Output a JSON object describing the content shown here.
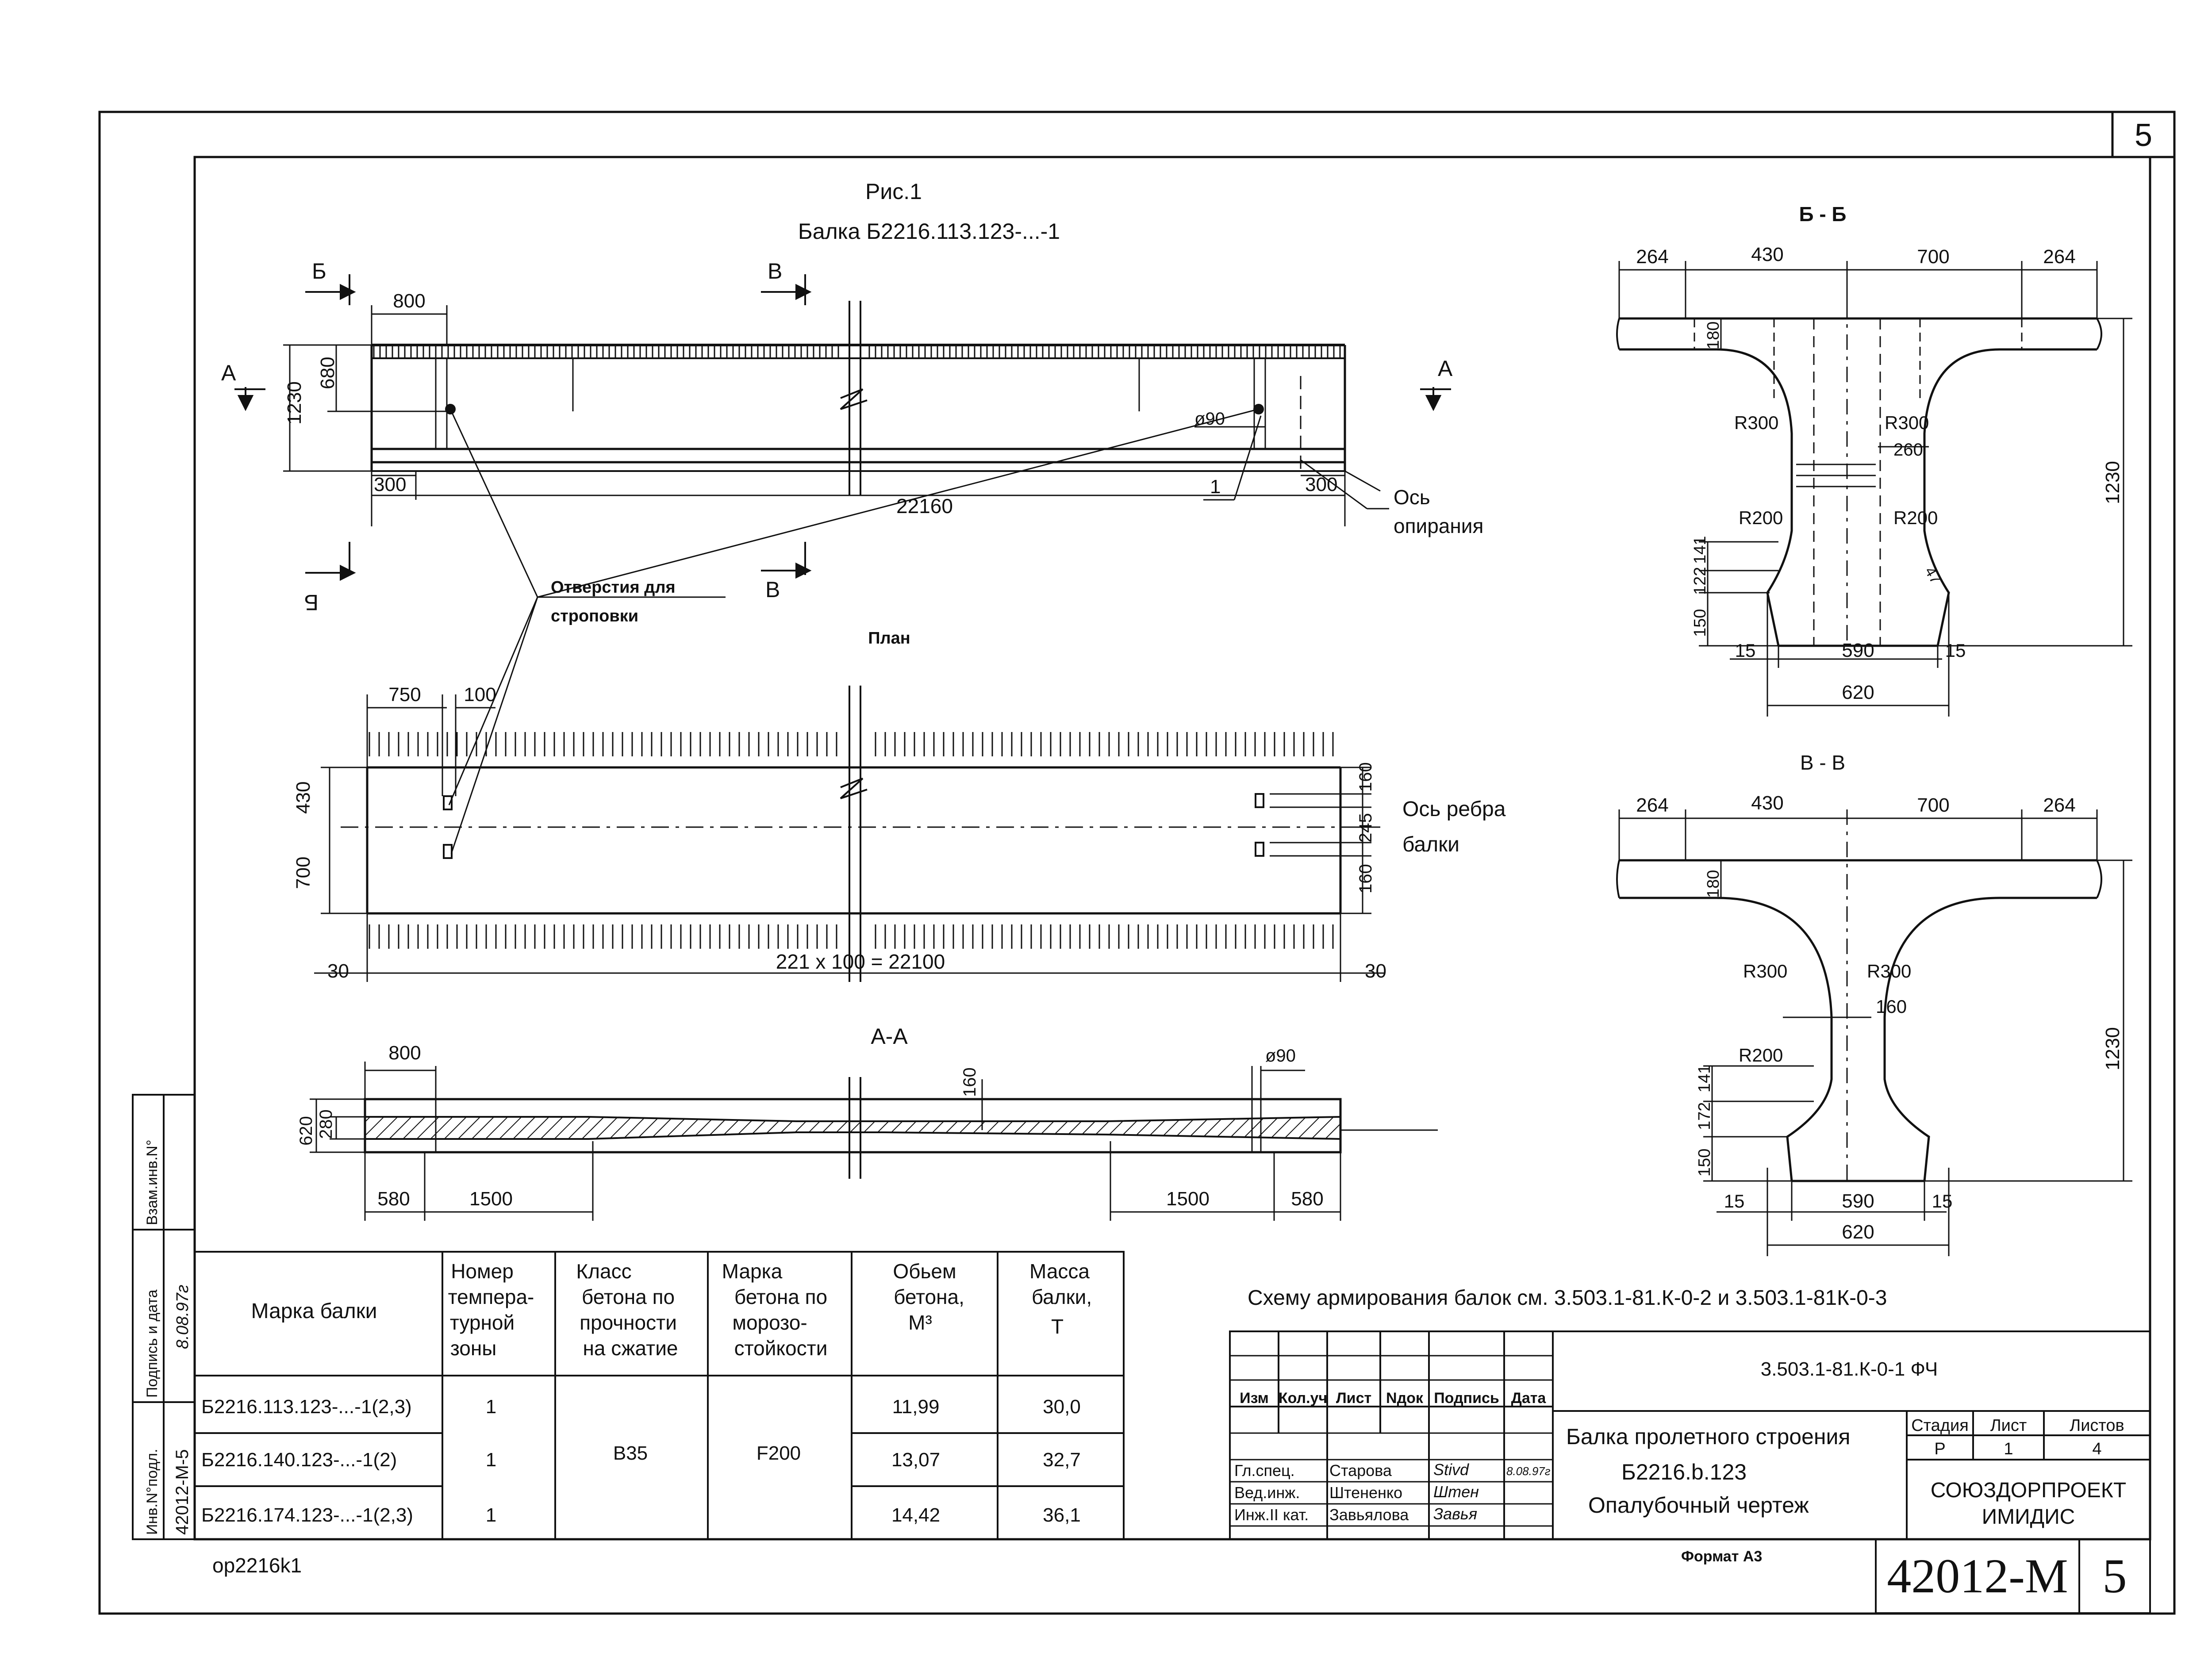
{
  "sheet": {
    "corner_page": "5",
    "bottom_code": "42012-M",
    "bottom_page": "5",
    "file": "op2216k1",
    "format": "Формат А3"
  },
  "fig1": {
    "title": "Рис.1",
    "subtitle": "Балка Б2216.113.123-...-1",
    "markers": {
      "b": "Б",
      "v": "В",
      "a": "А"
    },
    "dims": {
      "d800": "800",
      "d1230": "1230",
      "d680": "680",
      "d300a": "300",
      "d300b": "300",
      "d22160": "22160",
      "phi90": "ø90",
      "one": "1"
    },
    "axis": [
      "Ось",
      "опирания"
    ],
    "holes": [
      "Отверстия для",
      "строповки"
    ]
  },
  "plan": {
    "title": "План",
    "d750": "750",
    "d100": "100",
    "d430": "430",
    "d700": "700",
    "d160a": "160",
    "d245": "245",
    "d160b": "160",
    "d30a": "30",
    "d30b": "30",
    "total": "221 x 100 = 22100",
    "axis": [
      "Ось ребра",
      "балки"
    ]
  },
  "aa": {
    "title": "А-А",
    "d800": "800",
    "d160": "160",
    "phi90": "ø90",
    "d620": "620",
    "d280": "280",
    "d580a": "580",
    "d1500a": "1500",
    "d1500b": "1500",
    "d580b": "580"
  },
  "bb": {
    "title": "Б - Б",
    "d264a": "264",
    "d430": "430",
    "d700": "700",
    "d264b": "264",
    "d180": "180",
    "d1230": "1230",
    "r300a": "R300",
    "r300b": "R300",
    "d260": "260",
    "r200a": "R200",
    "r200b": "R200",
    "d150": "150",
    "d122": "122",
    "d141": "141",
    "d15a": "15",
    "d590": "590",
    "d15b": "15",
    "d620": "620",
    "d47": "47"
  },
  "vv": {
    "title": "В - В",
    "d264a": "264",
    "d430": "430",
    "d700": "700",
    "d264b": "264",
    "d180": "180",
    "d1230": "1230",
    "r300a": "R300",
    "r300b": "R300",
    "d160": "160",
    "r200": "R200",
    "d150": "150",
    "d172": "172",
    "d141": "141",
    "d15a": "15",
    "d590": "590",
    "d15b": "15",
    "d620": "620"
  },
  "note": "Схему армирования балок см. 3.503.1-81.К-0-2 и 3.503.1-81К-0-3",
  "table": {
    "headers": [
      [
        "Марка балки"
      ],
      [
        "Номер",
        "темпера-",
        "турной",
        "зоны"
      ],
      [
        "Класс",
        "бетона по",
        "прочности",
        "на сжатие"
      ],
      [
        "Марка",
        "бетона по",
        "морозо-",
        "стойкости"
      ],
      [
        "Обьем",
        "бетона,",
        "М³"
      ],
      [
        "Масса",
        "балки,",
        "Т"
      ]
    ],
    "rows": [
      {
        "mark": "Б2216.113.123-...-1(2,3)",
        "zone": "1",
        "volume": "11,99",
        "mass": "30,0"
      },
      {
        "mark": "Б2216.140.123-...-1(2)",
        "zone": "1",
        "volume": "13,07",
        "mass": "32,7"
      },
      {
        "mark": "Б2216.174.123-...-1(2,3)",
        "zone": "1",
        "volume": "14,42",
        "mass": "36,1"
      }
    ],
    "concrete_class": "В35",
    "frost": "F200"
  },
  "stamp": {
    "code": "3.503.1-81.К-0-1 ФЧ",
    "cols": [
      "Изм",
      "Кол.уч",
      "Лист",
      "Nдок",
      "Подпись",
      "Дата"
    ],
    "people": [
      {
        "role": "Гл.спец.",
        "name": "Старова",
        "sig": "Stivd",
        "date": "8.08.97г"
      },
      {
        "role": "Вед.инж.",
        "name": "Штененко",
        "sig": "Штен",
        "date": ""
      },
      {
        "role": "Инж.II кат.",
        "name": "Завьялова",
        "sig": "Завья",
        "date": ""
      }
    ],
    "title_lines": [
      "Балка пролетного строения",
      "Б2216.b.123",
      "Опалубочный чертеж"
    ],
    "stage_h": "Стадия",
    "sheet_h": "Лист",
    "sheets_h": "Листов",
    "stage": "Р",
    "sheet": "1",
    "sheets": "4",
    "org": [
      "СОЮЗДОРПРОЕКТ",
      "ИМИДИС"
    ]
  },
  "side": {
    "f1": "Взам.инв.N°",
    "f2": "Подпись и дата",
    "f3": "Инв.N°подл.",
    "inv": "42012-М-5",
    "sig": "8.08.97г"
  }
}
